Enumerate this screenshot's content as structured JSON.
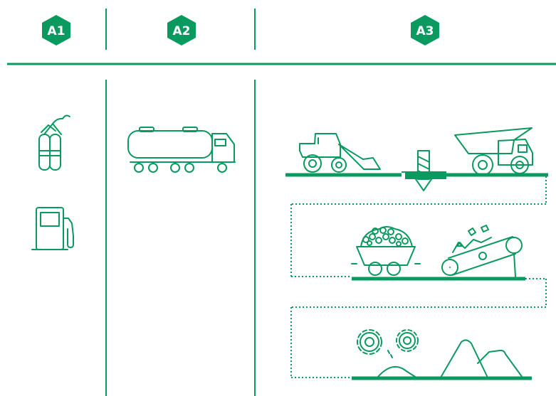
{
  "columns": [
    {
      "id": "A1",
      "label": "A1"
    },
    {
      "id": "A2",
      "label": "A2"
    },
    {
      "id": "A3",
      "label": "A3"
    }
  ],
  "colors": {
    "accent": "#0a9a60",
    "background": "#ffffff"
  },
  "icons": {
    "a1": [
      "explosives-icon",
      "fuel-pump-icon"
    ],
    "a2": [
      "tanker-truck-icon"
    ],
    "a3_stage1": [
      "wheel-loader-icon",
      "drill-bit-icon",
      "dump-truck-icon"
    ],
    "a3_stage2": [
      "ore-mine-cart-icon",
      "conveyor-belt-icon"
    ],
    "a3_stage3": [
      "gears-icon",
      "stockpile-icon"
    ]
  }
}
